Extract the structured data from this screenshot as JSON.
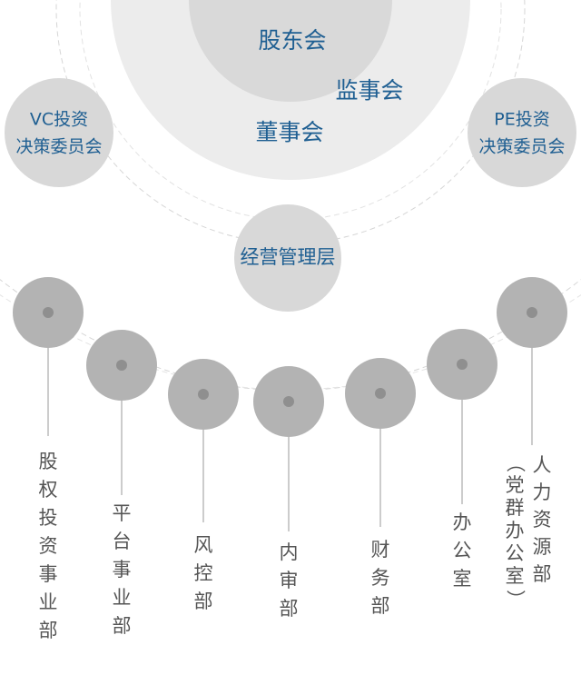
{
  "governance": {
    "shareholders": "股东会",
    "supervisors": "监事会",
    "board": "董事会",
    "vc_committee": [
      "VC投资",
      "决策委员会"
    ],
    "pe_committee": [
      "PE投资",
      "决策委员会"
    ],
    "management": "经营管理层"
  },
  "departments": [
    {
      "name": "股权投资事业部"
    },
    {
      "name": "平台事业部"
    },
    {
      "name": "风控部"
    },
    {
      "name": "内审部"
    },
    {
      "name": "财务部"
    },
    {
      "name": "办公室"
    },
    {
      "name": "人力资源部",
      "note": "（党群办公室）"
    }
  ],
  "colors": {
    "text_blue": "#1f5f92",
    "dept_text": "#555555",
    "circle_light": "#ececec",
    "circle_mid": "#d8d8d8",
    "circle_dark": "#b3b3b3",
    "dashed": "#d0d0d0"
  }
}
